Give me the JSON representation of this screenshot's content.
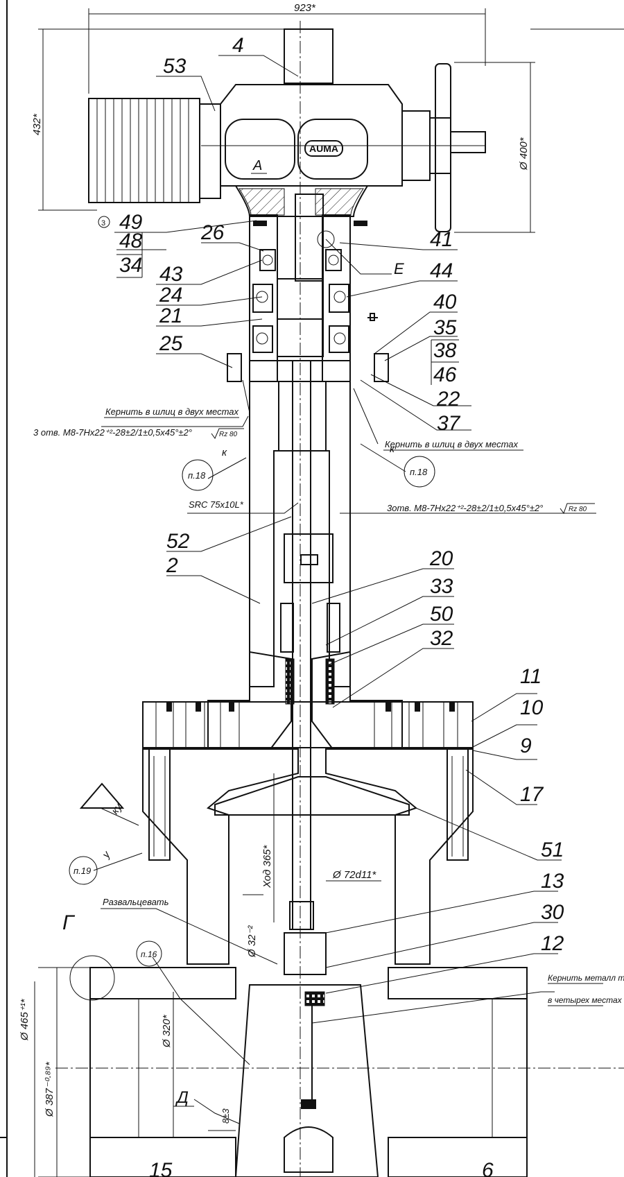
{
  "brand": "AUMA",
  "circled_ref": "3",
  "dims": {
    "width_top": "923*",
    "height_drive": "432*",
    "handwheel_dia": "Ø 400*",
    "travel": "Ход 365*",
    "stem_dia": "Ø 72d11*",
    "pin_dia": "Ø 32⁻²",
    "bore_dia": "Ø 320*",
    "outer_dia": "Ø 465⁺¹*",
    "inner_dia": "Ø 387⁻⁰·⁸⁹*",
    "gap": "8±3"
  },
  "labels": {
    "l4": "4",
    "l53": "53",
    "l49": "49",
    "l48": "48",
    "l34": "34",
    "l26": "26",
    "l43": "43",
    "l24": "24",
    "l21": "21",
    "l25": "25",
    "l41": "41",
    "l44": "44",
    "l40": "40",
    "l35": "35",
    "l38": "38",
    "l46": "46",
    "l22": "22",
    "l37": "37",
    "l52": "52",
    "l2": "2",
    "l20": "20",
    "l33": "33",
    "l50": "50",
    "l32": "32",
    "l11": "11",
    "l10": "10",
    "l9": "9",
    "l17": "17",
    "l51": "51",
    "l13": "13",
    "l30": "30",
    "l12": "12",
    "l15": "15",
    "l6": "6"
  },
  "views": {
    "A": "A",
    "E": "Е",
    "G": "Г",
    "D": "Д"
  },
  "marks": {
    "k1": "к",
    "k2": "к",
    "ku": "ку",
    "u": "у"
  },
  "refs": {
    "p18a": "п.18",
    "p18b": "п.18",
    "p19": "п.19",
    "p16": "п.16"
  },
  "notes": {
    "kern_left": "Кернить в шлиц в двух местах",
    "holes_left": "3 отв. M8-7Hx22⁺²-28±2/1±0,5x45°±2°",
    "rz_left": "Rz 80",
    "kern_right": "Кернить в шлиц в двух местах",
    "src": "SRC 75x10L*",
    "holes_right": "3отв. M8-7Hx22⁺²-28±2/1±0,5x45°±2°",
    "rz_right": "Rz 80",
    "flare": "Развальцевать",
    "kern_metal_1": "Кернить металл тарелки",
    "kern_metal_2": "в четырех местах"
  }
}
